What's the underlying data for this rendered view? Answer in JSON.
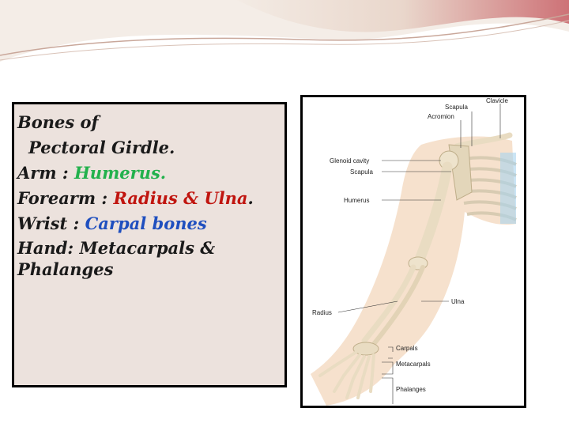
{
  "slide": {
    "lines": [
      {
        "text": "Bones of"
      },
      {
        "text": "Pectoral Girdle."
      },
      {
        "label": "Arm : ",
        "value": "Humerus.",
        "value_color": "#22b14c"
      },
      {
        "label": "Forearm : ",
        "value": "Radius & Ulna",
        "value_color": "#c0150f",
        "suffix": "."
      },
      {
        "label": "Wrist : ",
        "value": "Carpal bones",
        "value_color": "#1f4fbf"
      },
      {
        "text": "Hand: Metacarpals & Phalanges"
      }
    ]
  },
  "diagram": {
    "labels": {
      "clavicle": "Clavicle",
      "scapula_top": "Scapula",
      "acromion": "Acromion",
      "glenoid_cavity": "Glenoid cavity",
      "scapula": "Scapula",
      "humerus": "Humerus",
      "radius": "Radius",
      "ulna": "Ulna",
      "carpals": "Carpals",
      "metacarpals": "Metacarpals",
      "phalanges": "Phalanges"
    }
  }
}
